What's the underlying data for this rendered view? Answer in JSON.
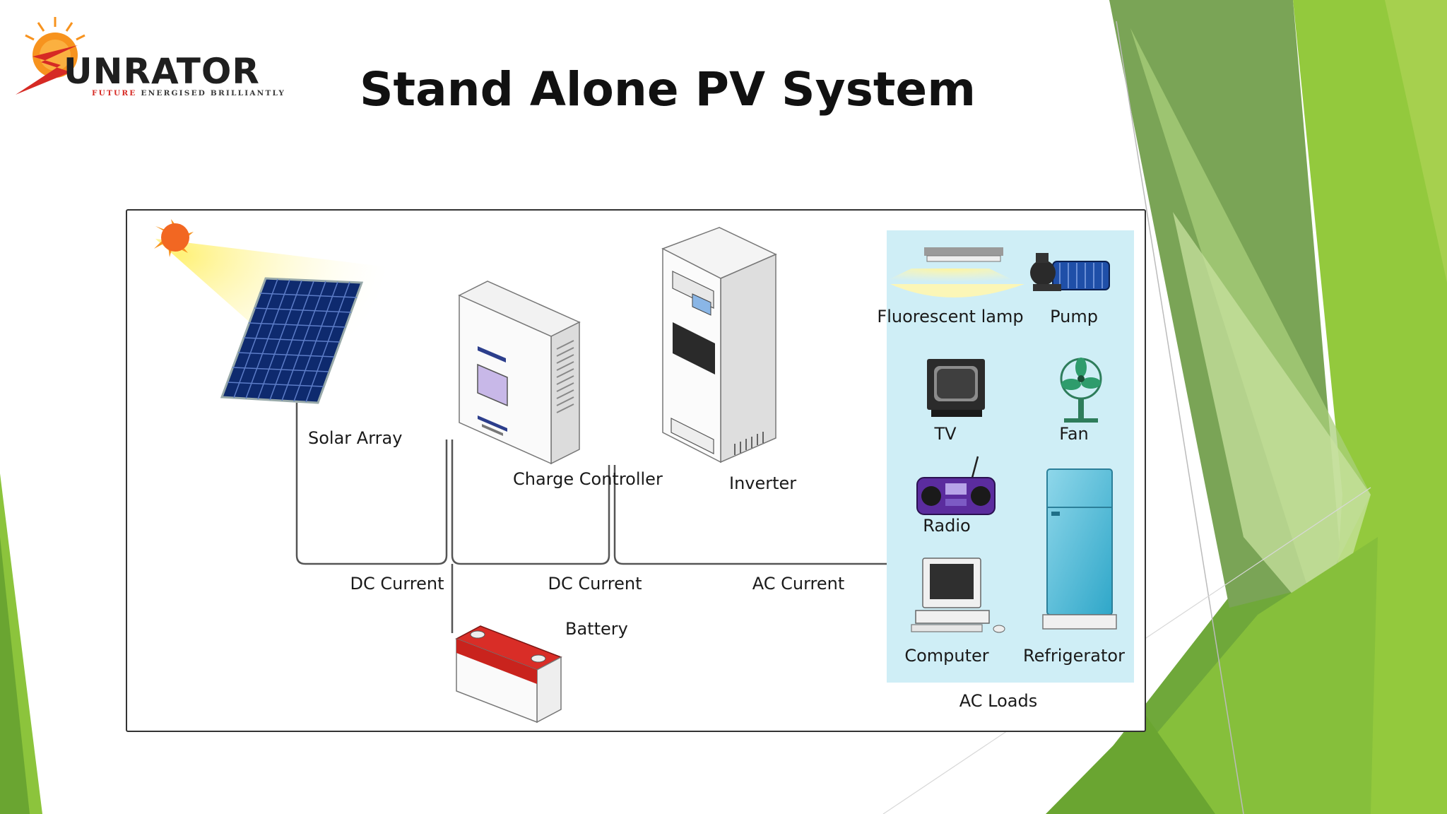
{
  "slide": {
    "title": "Stand Alone PV System"
  },
  "logo": {
    "brand_suffix": "UNRATOR",
    "tagline_red": "FUTURE",
    "tagline_rest": "ENERGISED BRILLIANTLY"
  },
  "diagram": {
    "components": {
      "solar_array": "Solar Array",
      "charge_controller": "Charge Controller",
      "inverter": "Inverter",
      "battery": "Battery"
    },
    "currents": {
      "dc_1": "DC Current",
      "dc_2": "DC Current",
      "ac": "AC Current"
    },
    "loads": {
      "title": "AC Loads",
      "items": [
        "Fluorescent lamp",
        "Pump",
        "TV",
        "Fan",
        "Radio",
        "Computer",
        "Refrigerator"
      ]
    }
  },
  "colors": {
    "green_accent": "#8cc43c",
    "loads_panel": "#cfeef6",
    "logo_red": "#d62a24",
    "sun_orange": "#f7931e"
  }
}
